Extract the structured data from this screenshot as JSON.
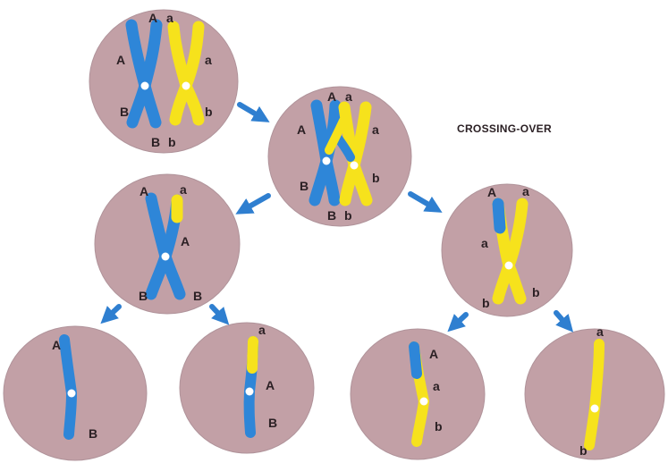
{
  "title": "CROSSING-OVER",
  "colors": {
    "cell": "#c2a0a6",
    "cell_edge": "#a98990",
    "blue": "#2e86d8",
    "yellow": "#f6e21c",
    "arrow": "#2f7fd0",
    "centromere": "#ffffff"
  },
  "cells": {
    "parent": {
      "labels": [
        "A",
        "a",
        "A",
        "a",
        "B",
        "b",
        "B",
        "b"
      ]
    },
    "crossover": {
      "labels": [
        "A",
        "a",
        "A",
        "a",
        "B",
        "b",
        "B",
        "b"
      ]
    },
    "left_mid": {
      "labels": [
        "A",
        "a",
        "A",
        "B",
        "B"
      ]
    },
    "right_mid": {
      "labels": [
        "A",
        "a",
        "a",
        "b",
        "b"
      ]
    },
    "gamete_1": {
      "labels": [
        "A",
        "B"
      ]
    },
    "gamete_2": {
      "labels": [
        "a",
        "A",
        "B"
      ]
    },
    "gamete_3": {
      "labels": [
        "A",
        "a",
        "b"
      ]
    },
    "gamete_4": {
      "labels": [
        "a",
        "b"
      ]
    }
  }
}
